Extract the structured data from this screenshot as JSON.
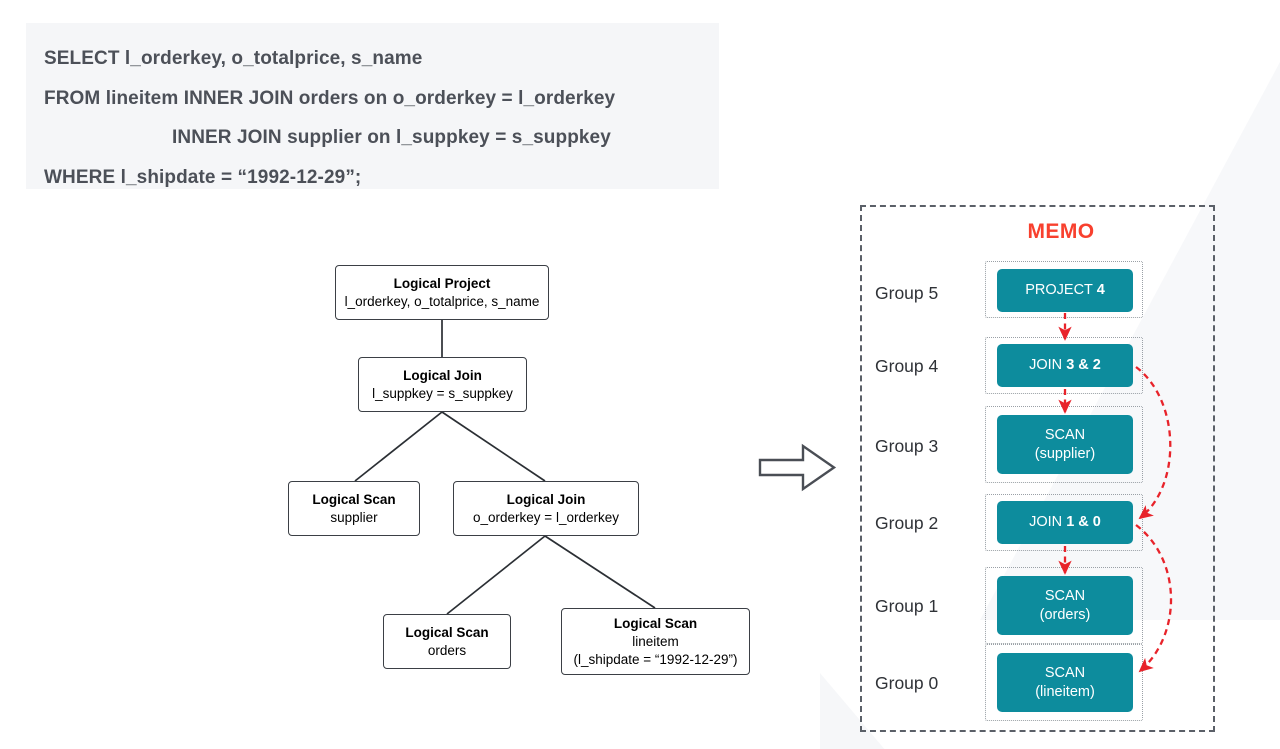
{
  "sql": {
    "lines": [
      "SELECT l_orderkey, o_totalprice, s_name",
      "FROM lineitem INNER JOIN orders on o_orderkey = l_orderkey",
      "INNER JOIN supplier on l_suppkey = s_suppkey",
      "WHERE l_shipdate = “1992-12-29”;"
    ]
  },
  "tree": {
    "nodes": [
      {
        "title": "Logical Project",
        "detail": "l_orderkey, o_totalprice, s_name",
        "detail2": ""
      },
      {
        "title": "Logical Join",
        "detail": "l_suppkey = s_suppkey",
        "detail2": ""
      },
      {
        "title": "Logical Scan",
        "detail": "supplier",
        "detail2": ""
      },
      {
        "title": "Logical Join",
        "detail": "o_orderkey = l_orderkey",
        "detail2": ""
      },
      {
        "title": "Logical Scan",
        "detail": "orders",
        "detail2": ""
      },
      {
        "title": "Logical Scan",
        "detail": "lineitem",
        "detail2": "(l_shipdate = “1992-12-29”)"
      }
    ]
  },
  "transform": {
    "arrow_icon": "right-block-arrow-icon"
  },
  "memo": {
    "title": "MEMO",
    "title_color": "#f8402e",
    "box_color": "#0d8c9d",
    "arrow_color": "#e8232a",
    "groups": [
      {
        "label": "Group 5",
        "op": "PROJECT",
        "args": "4",
        "sub": ""
      },
      {
        "label": "Group 4",
        "op": "JOIN",
        "args": "3 & 2",
        "sub": ""
      },
      {
        "label": "Group 3",
        "op": "SCAN",
        "args": "",
        "sub": "(supplier)"
      },
      {
        "label": "Group 2",
        "op": "JOIN",
        "args": "1 & 0",
        "sub": ""
      },
      {
        "label": "Group 1",
        "op": "SCAN",
        "args": "",
        "sub": "(orders)"
      },
      {
        "label": "Group 0",
        "op": "SCAN",
        "args": "",
        "sub": "(lineitem)"
      }
    ]
  }
}
